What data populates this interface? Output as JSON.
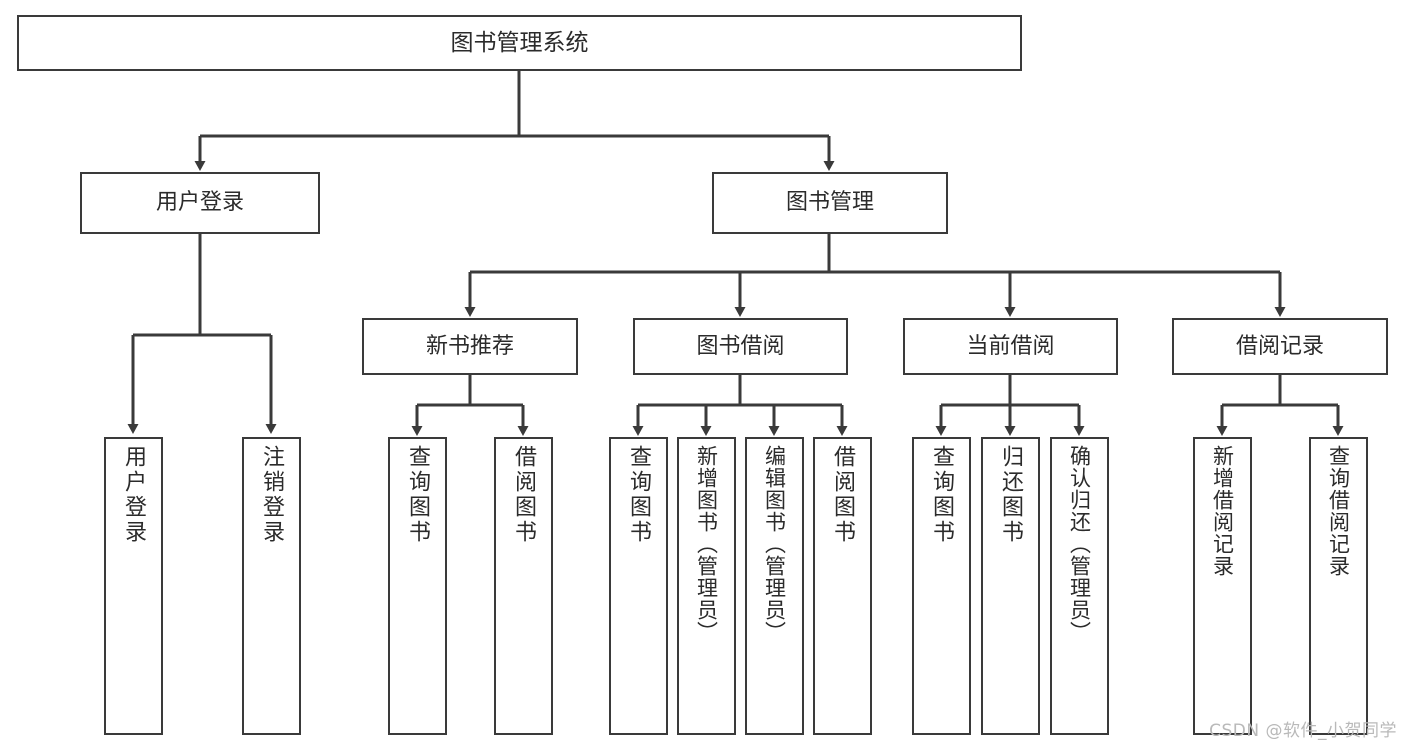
{
  "diagram": {
    "title": "图书管理系统",
    "type": "hierarchy-tree",
    "watermark": "CSDN @软件_小贺同学",
    "colors": {
      "box_border": "#3a3a3a",
      "box_fill": "#ffffff",
      "connector": "#3a3a3a",
      "text": "#2b2b2b",
      "watermark": "#b9b9b9"
    },
    "root": {
      "label": "图书管理系统"
    },
    "level2": [
      {
        "label": "用户登录"
      },
      {
        "label": "图书管理"
      }
    ],
    "level3": [
      {
        "label": "新书推荐"
      },
      {
        "label": "图书借阅"
      },
      {
        "label": "当前借阅"
      },
      {
        "label": "借阅记录"
      }
    ],
    "leaves": {
      "user_login": [
        {
          "label": "用户登录"
        },
        {
          "label": "注销登录"
        }
      ],
      "new_book_recommend": [
        {
          "label": "查询图书"
        },
        {
          "label": "借阅图书"
        }
      ],
      "book_borrow": [
        {
          "label": "查询图书"
        },
        {
          "label": "新增图书（管理员）"
        },
        {
          "label": "编辑图书（管理员）"
        },
        {
          "label": "借阅图书"
        }
      ],
      "current_borrow": [
        {
          "label": "查询图书"
        },
        {
          "label": "归还图书"
        },
        {
          "label": "确认归还（管理员）"
        }
      ],
      "borrow_records": [
        {
          "label": "新增借阅记录"
        },
        {
          "label": "查询借阅记录"
        }
      ]
    }
  }
}
